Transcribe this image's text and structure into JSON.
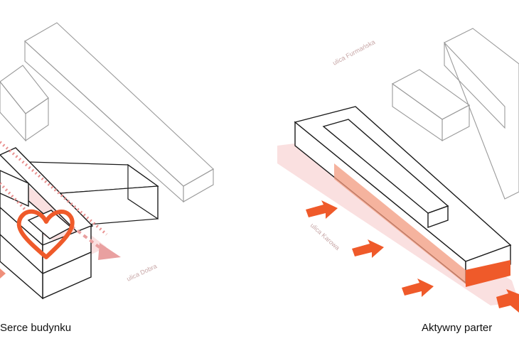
{
  "captions": {
    "left": "Serce budynku",
    "right": "Aktywny parter"
  },
  "streets": {
    "furmanska": "ulica Furmańska",
    "karowa": "ulica Karowa",
    "dobra": "ulica Dobra"
  },
  "colors": {
    "accent_orange": "#ef5a2a",
    "highlight_pink": "#f6c6c6",
    "dotted_red": "#e9908f",
    "street_text": "#c7a6a6",
    "outline": "#1a1a1a",
    "context_outline": "#9a9a9a"
  },
  "icons": [
    "heart-icon",
    "arrow-right-icon"
  ]
}
